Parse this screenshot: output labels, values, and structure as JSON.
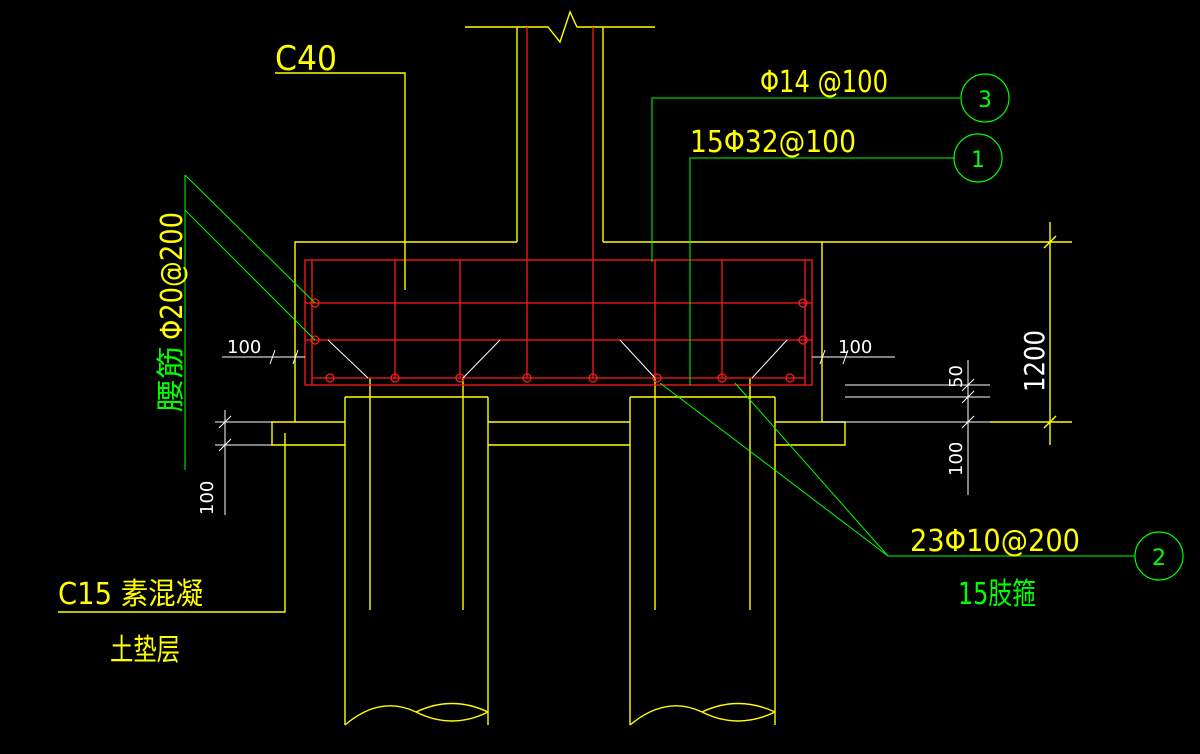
{
  "labels": {
    "concrete_grade": "C40",
    "top_bar_spec": "Φ14 @100",
    "top_bar_tag": "3",
    "bottom_bar_spec": "15Φ32@100",
    "bottom_bar_tag": "1",
    "side_bar_spec": "Φ20@200",
    "side_bar_name": "腰筋",
    "stirrup_spec": "23Φ10@200",
    "stirrup_legs": "15肢箍",
    "stirrup_tag": "2",
    "cushion_line1": "C15  素混凝",
    "cushion_line2": "土垫层"
  },
  "dimensions": {
    "left_overhang": "100",
    "right_overhang": "100",
    "left_cushion": "100",
    "right_cushion": "100",
    "cover": "50",
    "cap_height": "1200"
  },
  "colors": {
    "outline": "#ffff00",
    "rebar": "#ff1a1a",
    "leader": "#00ff00",
    "dimension": "#ffffff"
  }
}
